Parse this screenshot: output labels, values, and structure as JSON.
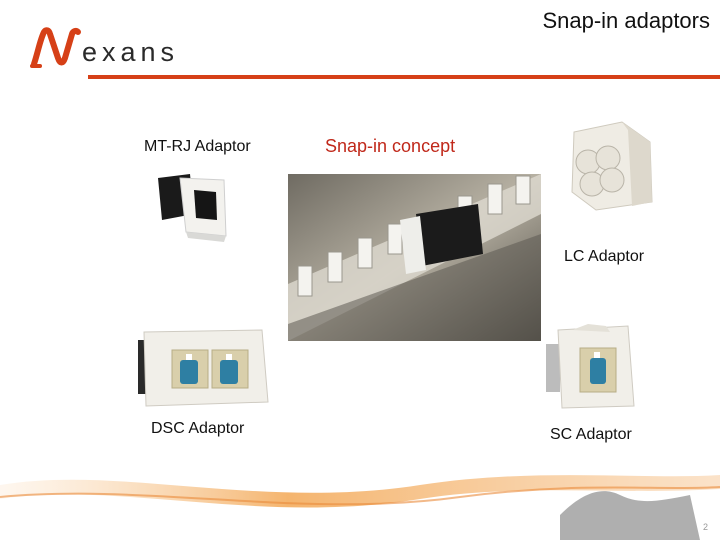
{
  "slide": {
    "title": "Snap-in adaptors",
    "logo": {
      "brand": "Nexans",
      "text": "exans"
    },
    "concept_heading": "Snap-in concept",
    "adaptors": {
      "mtrj": "MT-RJ Adaptor",
      "lc": "LC Adaptor",
      "dsc": "DSC Adaptor",
      "sc": "SC Adaptor"
    },
    "page_number": "2"
  },
  "colors": {
    "accent_red": "#d64017",
    "heading_red": "#c0281a",
    "adaptor_white": "#f2f0ea",
    "fiber_blue": "#2e7fa3"
  }
}
